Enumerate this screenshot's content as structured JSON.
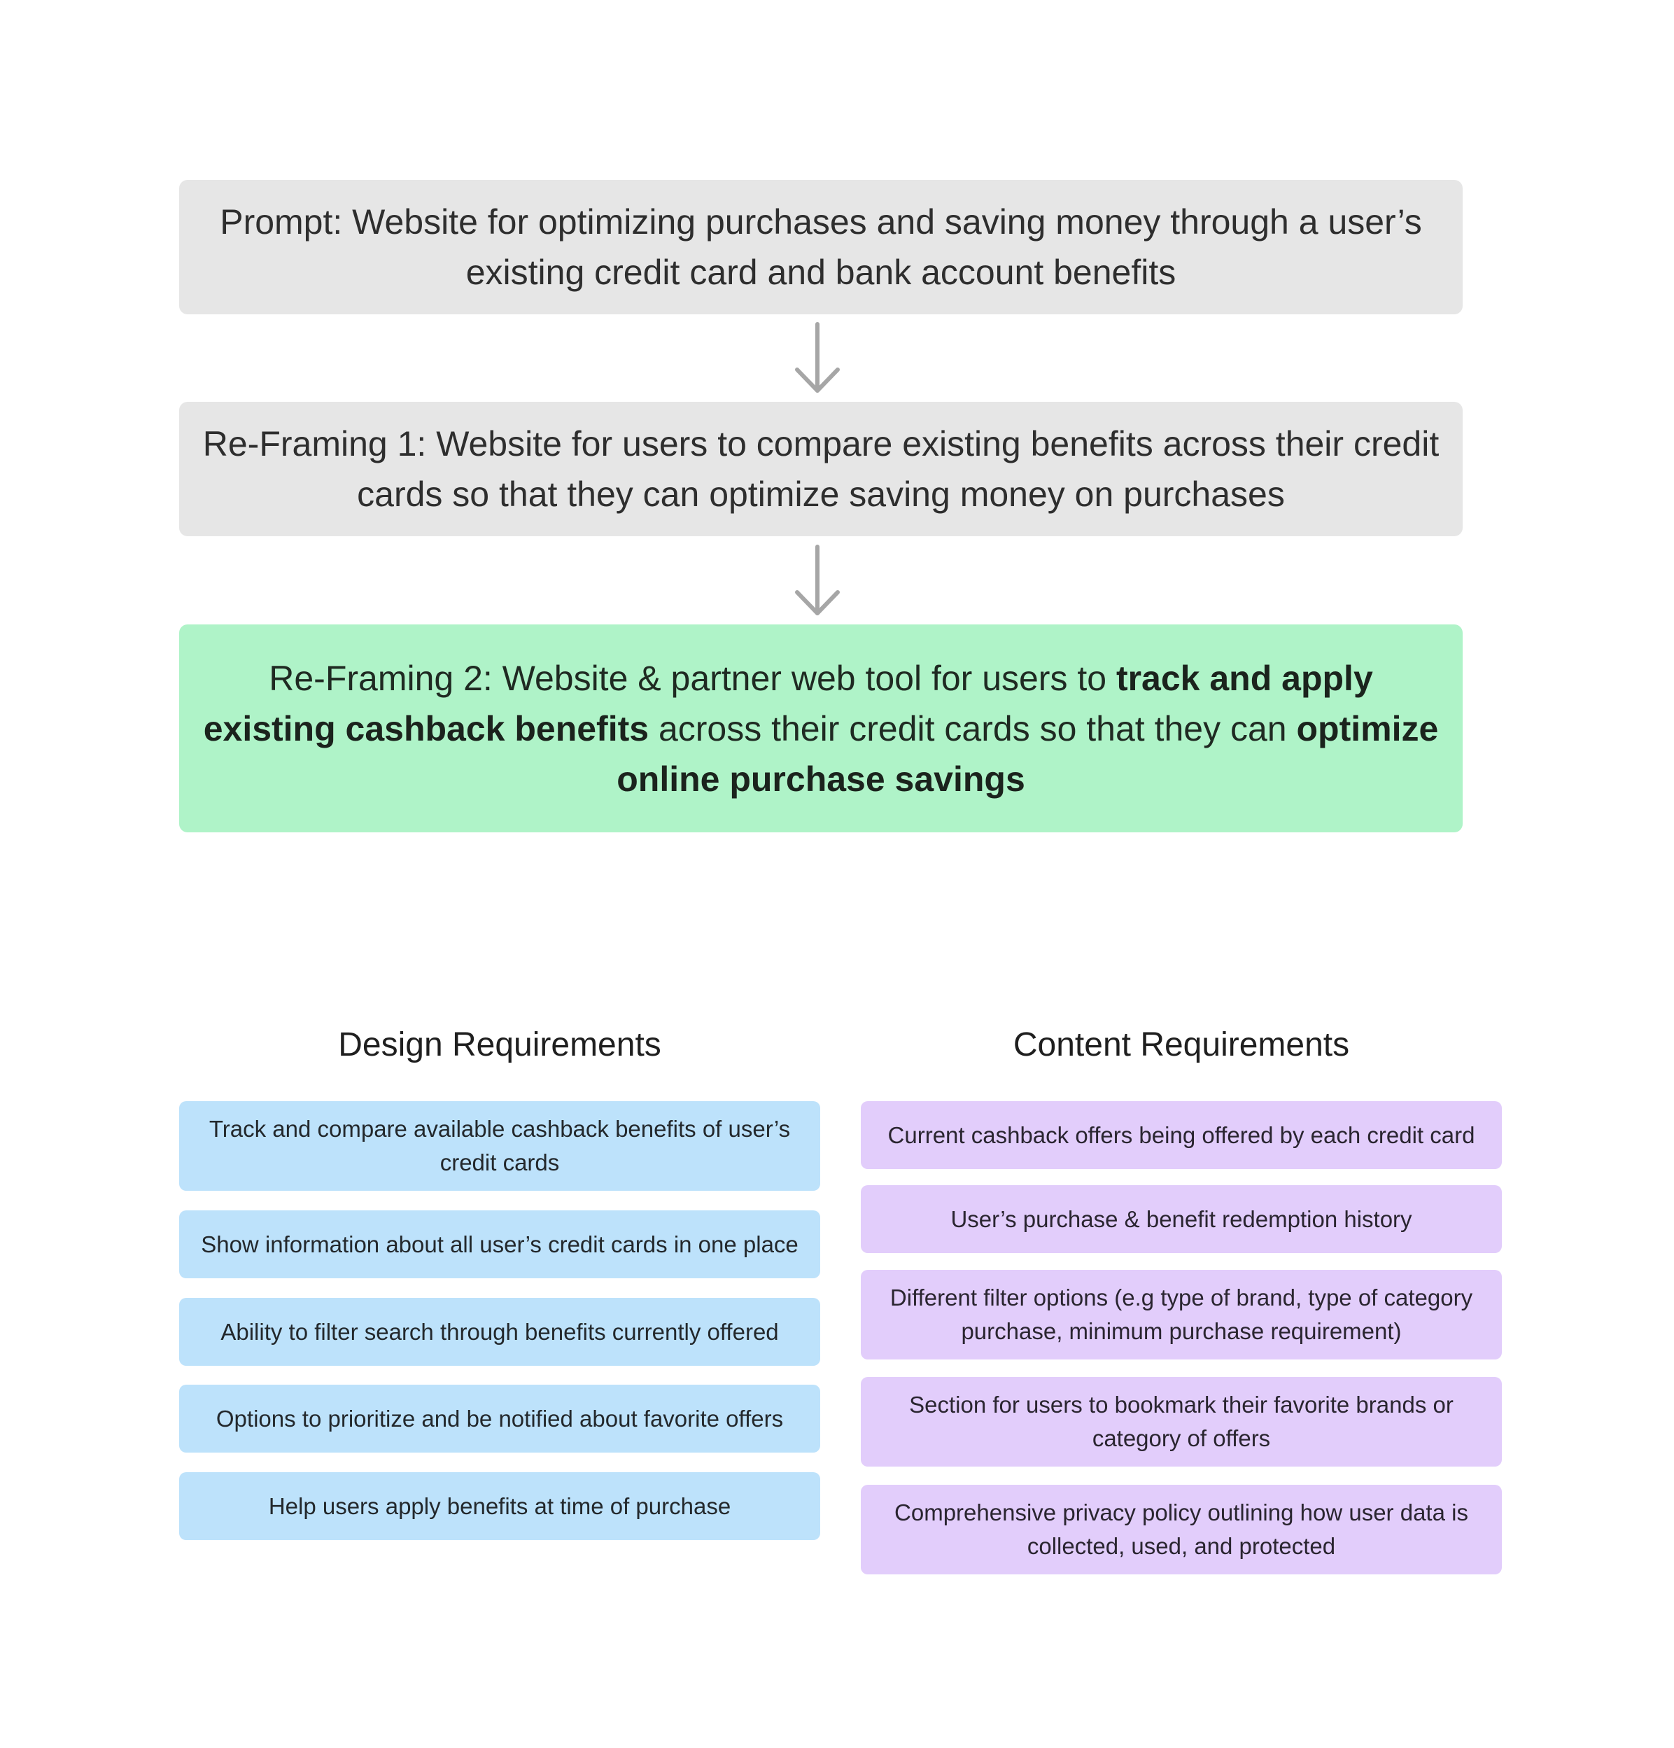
{
  "flow": {
    "prompt": "Prompt: Website for optimizing purchases and saving money through a user’s existing credit card and bank account benefits",
    "reframing1": "Re-Framing 1: Website for users to compare existing benefits across their credit cards so that they can optimize saving money on purchases",
    "reframing2": {
      "part1": "Re-Framing 2: Website & partner web tool for users to ",
      "bold1": "track and apply existing cashback benefits",
      "part2": " across their credit cards so that they can ",
      "bold2": "optimize online purchase savings"
    }
  },
  "design": {
    "title": "Design Requirements",
    "items": [
      "Track and compare available cashback benefits of user’s credit cards",
      "Show information about all user’s credit cards in one place",
      "Ability to filter search through benefits currently offered",
      "Options to prioritize and be notified about favorite offers",
      "Help users apply benefits at time of purchase"
    ]
  },
  "content": {
    "title": "Content Requirements",
    "items": [
      "Current cashback offers being offered by each credit card",
      "User’s purchase & benefit redemption history",
      "Different filter options (e.g type of brand, type of category purchase, minimum purchase requirement)",
      "Section for users to bookmark their favorite brands or category of offers",
      "Comprehensive privacy policy outlining how user data is collected, used, and protected"
    ]
  },
  "colors": {
    "gray_box": "#e6e6e6",
    "green_box": "#aff3c8",
    "blue_box": "#bde2fb",
    "purple_box": "#e2cdfb",
    "arrow": "#a6a6a6"
  }
}
